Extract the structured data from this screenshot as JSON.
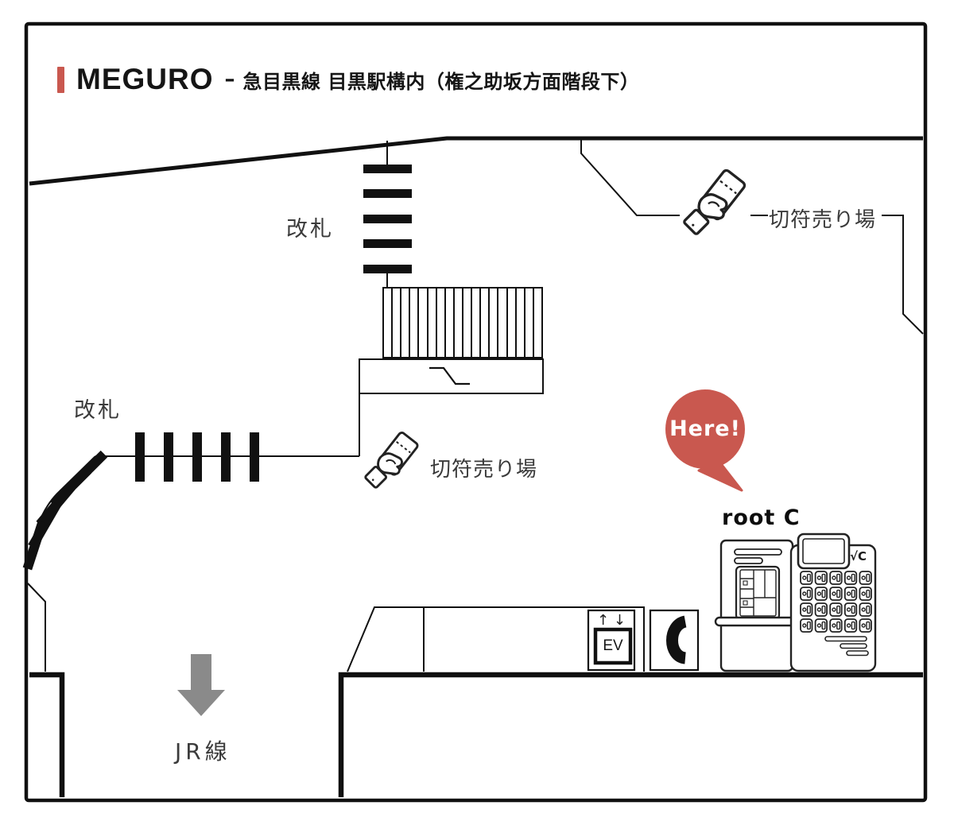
{
  "title": {
    "station": "MEGURO",
    "dash": "–",
    "subtitle": "急目黒線 目黒駅構内（権之助坂方面階段下）"
  },
  "map": {
    "gate_top_label": "改札",
    "gate_left_label": "改札",
    "ticket_office_top_label": "切符売り場",
    "ticket_office_center_label": "切符売り場",
    "jr_line_label": "JR線",
    "here_label": "Here!",
    "shop_label": "root C",
    "elevator": {
      "arrows": "↑ ↓",
      "label": "EV"
    },
    "machine_logo": "√C"
  },
  "colors": {
    "accent": "#C9584F",
    "ink": "#111111",
    "label_text": "#3A3A3A",
    "arrow_gray": "#8A8A8A",
    "background": "#FFFFFF"
  }
}
